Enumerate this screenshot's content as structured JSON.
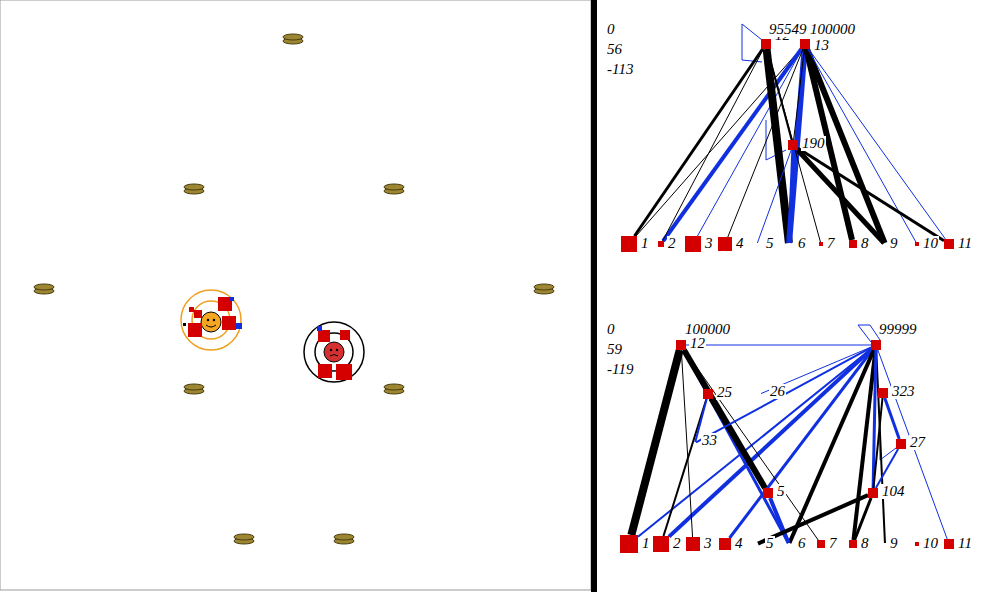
{
  "diagram": {
    "nodes": [
      {
        "text": [
          "12"
        ]
      },
      {
        "text": [
          "13"
        ]
      },
      {
        "text": [
          "190"
        ]
      },
      {
        "text": [
          "1"
        ]
      },
      {
        "text": [
          "2"
        ]
      },
      {
        "text": [
          "3"
        ]
      },
      {
        "text": [
          "4"
        ]
      },
      {
        "text": [
          "5"
        ]
      },
      {
        "text": [
          "6"
        ]
      },
      {
        "text": [
          "7"
        ]
      },
      {
        "text": [
          "8"
        ]
      },
      {
        "text": [
          "9"
        ]
      },
      {
        "text": [
          "10"
        ]
      },
      {
        "text": [
          "11"
        ]
      },
      {
        "text": [
          "12"
        ]
      },
      {
        "text": [
          "13"
        ]
      },
      {
        "text": [
          "25"
        ]
      },
      {
        "text": [
          "26"
        ]
      },
      {
        "text": [
          "323"
        ]
      },
      {
        "text": [
          "33"
        ]
      },
      {
        "text": [
          "27"
        ]
      },
      {
        "text": [
          "5"
        ]
      },
      {
        "text": [
          "104"
        ]
      },
      {
        "text": [
          "1"
        ]
      },
      {
        "text": [
          "2"
        ]
      },
      {
        "text": [
          "3"
        ]
      },
      {
        "text": [
          "4"
        ]
      },
      {
        "text": [
          "5"
        ]
      },
      {
        "text": [
          "6"
        ]
      },
      {
        "text": [
          "7"
        ]
      },
      {
        "text": [
          "8"
        ]
      },
      {
        "text": [
          "9"
        ]
      },
      {
        "text": [
          "10"
        ]
      },
      {
        "text": [
          "11"
        ]
      }
    ],
    "edges": [
      {
        "from": 3,
        "to": 0,
        "arrow": "none"
      },
      {
        "from": 3,
        "to": 1,
        "arrow": "none"
      },
      {
        "from": 4,
        "to": 1,
        "arrow": "none"
      },
      {
        "from": 4,
        "to": 0,
        "arrow": "none"
      },
      {
        "from": 5,
        "to": 1,
        "arrow": "none"
      },
      {
        "from": 8,
        "to": 0,
        "arrow": "none"
      },
      {
        "from": 8,
        "to": 1,
        "arrow": "none"
      },
      {
        "from": 8,
        "to": 2,
        "arrow": "none"
      },
      {
        "from": 9,
        "to": 0,
        "arrow": "none"
      },
      {
        "from": 10,
        "to": 1,
        "arrow": "none"
      },
      {
        "from": 11,
        "to": 1,
        "arrow": "none"
      },
      {
        "from": 11,
        "to": 2,
        "arrow": "none"
      },
      {
        "from": 12,
        "to": 1,
        "arrow": "none"
      },
      {
        "from": 13,
        "to": 1,
        "arrow": "none"
      },
      {
        "from": 13,
        "to": 2,
        "arrow": "none"
      },
      {
        "from": 2,
        "to": 0,
        "arrow": "none"
      },
      {
        "from": 2,
        "to": 1,
        "arrow": "none"
      },
      {
        "from": 7,
        "to": 2,
        "arrow": "none"
      },
      {
        "from": 6,
        "to": 1,
        "arrow": "none"
      },
      {
        "from": 23,
        "to": 14,
        "arrow": "none"
      },
      {
        "from": 23,
        "to": 15,
        "arrow": "none"
      },
      {
        "from": 24,
        "to": 15,
        "arrow": "none"
      },
      {
        "from": 24,
        "to": 16,
        "arrow": "none"
      },
      {
        "from": 25,
        "to": 14,
        "arrow": "none"
      },
      {
        "from": 26,
        "to": 15,
        "arrow": "none"
      },
      {
        "from": 28,
        "to": 15,
        "arrow": "none"
      },
      {
        "from": 28,
        "to": 14,
        "arrow": "none"
      },
      {
        "from": 29,
        "to": 14,
        "arrow": "none"
      },
      {
        "from": 30,
        "to": 15,
        "arrow": "none"
      },
      {
        "from": 31,
        "to": 15,
        "arrow": "none"
      },
      {
        "from": 33,
        "to": 15,
        "arrow": "none"
      },
      {
        "from": 16,
        "to": 21,
        "arrow": "none"
      },
      {
        "from": 14,
        "to": 21,
        "arrow": "none"
      },
      {
        "from": 28,
        "to": 21,
        "arrow": "none"
      },
      {
        "from": 22,
        "to": 15,
        "arrow": "none"
      },
      {
        "from": 22,
        "to": 18,
        "arrow": "none"
      },
      {
        "from": 20,
        "to": 18,
        "arrow": "none"
      },
      {
        "from": 22,
        "to": 20,
        "arrow": "none"
      },
      {
        "from": 19,
        "to": 16,
        "arrow": "none"
      },
      {
        "from": 17,
        "to": 15,
        "arrow": "none"
      },
      {
        "from": 19,
        "to": 15,
        "arrow": "none"
      },
      {
        "from": 14,
        "to": 15,
        "arrow": "none"
      },
      {
        "from": 27,
        "to": 22,
        "arrow": "none"
      },
      {
        "from": 30,
        "to": 22,
        "arrow": "none"
      }
    ],
    "labels": [
      "0",
      "56",
      "-113",
      "95549",
      "100000",
      "0",
      "59",
      "-119",
      "100000",
      "99999"
    ]
  }
}
